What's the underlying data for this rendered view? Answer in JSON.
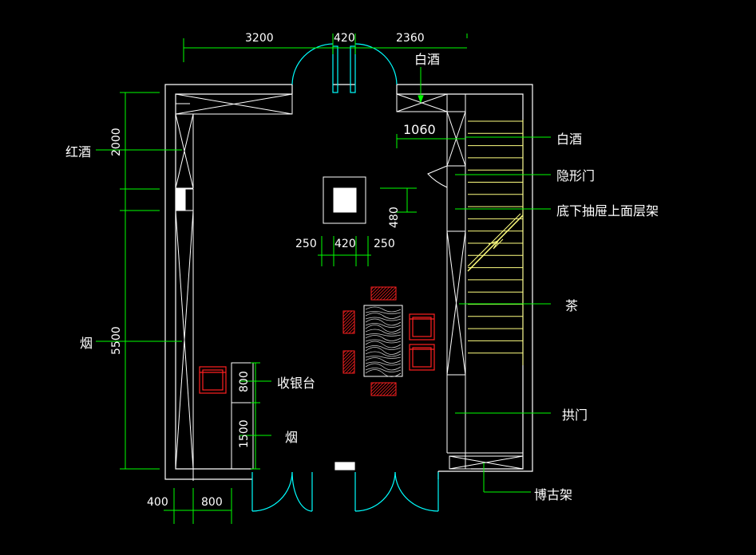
{
  "colors": {
    "background": "#000000",
    "wall": "#ffffff",
    "dimension": "#00ff00",
    "leader": "#00ff00",
    "door": "#00ffff",
    "furniture": "#ff2020",
    "stair": "#ffff80"
  },
  "dimensions": {
    "top_1": "3200",
    "top_2": "420",
    "top_3": "2360",
    "left_1": "2000",
    "left_2": "5500",
    "bottom_1": "400",
    "bottom_2": "800",
    "inner_1060": "1060",
    "inner_480": "480",
    "table_250_a": "250",
    "table_420": "420",
    "table_250_b": "250",
    "counter_800": "800",
    "counter_1500": "1500"
  },
  "labels": {
    "baijiu_top": "白酒",
    "baijiu_right": "白酒",
    "yinxingmen": "隐形门",
    "shelf": "底下抽屉上面层架",
    "cha": "茶",
    "gongmen": "拱门",
    "bogujia": "博古架",
    "hongjiu": "红酒",
    "yan_left": "烟",
    "shouyintai": "收银台",
    "yan_counter": "烟"
  }
}
